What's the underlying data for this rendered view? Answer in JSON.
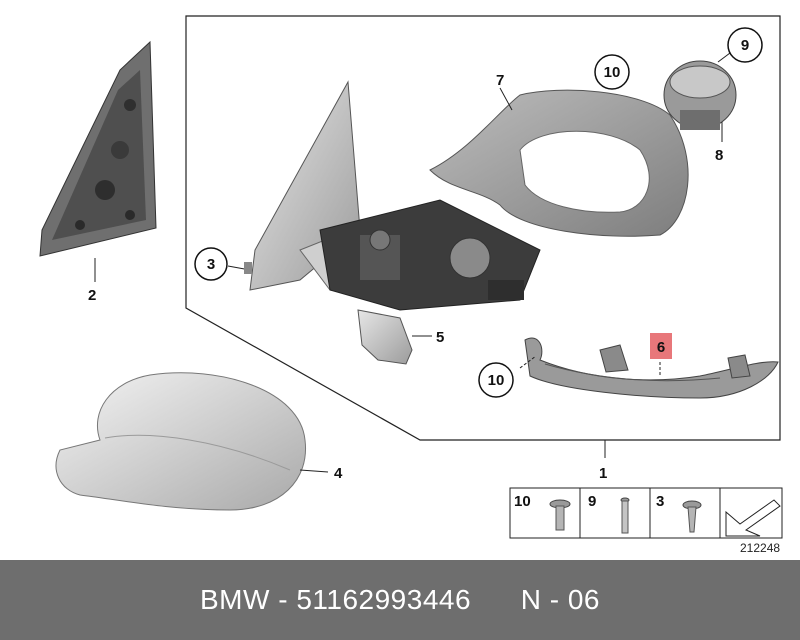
{
  "callouts": {
    "c1": "1",
    "c2": "2",
    "c3": "3",
    "c4": "4",
    "c5": "5",
    "c6": "6",
    "c7": "7",
    "c8": "8",
    "c9": "9",
    "c10a": "10",
    "c10b": "10"
  },
  "legend": {
    "items": [
      "10",
      "9",
      "3"
    ]
  },
  "diagram_id": "212248",
  "footer": {
    "brand": "BMW",
    "sep1": " - ",
    "part_number": "51162993446",
    "gap": "      ",
    "position": "N - 06"
  },
  "colors": {
    "highlight": "#e8777a",
    "footer_bg": "#6e6e6e"
  }
}
